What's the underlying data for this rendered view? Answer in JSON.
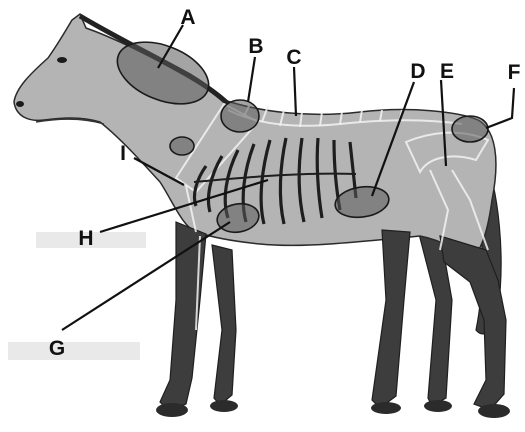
{
  "labels": {
    "A": "A",
    "B": "B",
    "C": "C",
    "D": "D",
    "E": "E",
    "F": "F",
    "G": "G",
    "H": "H",
    "I": "I"
  },
  "colors": {
    "background": "#ffffff",
    "body": "#b4b4b4",
    "marked_region": "#5a5a5a",
    "ink": "#111111"
  }
}
